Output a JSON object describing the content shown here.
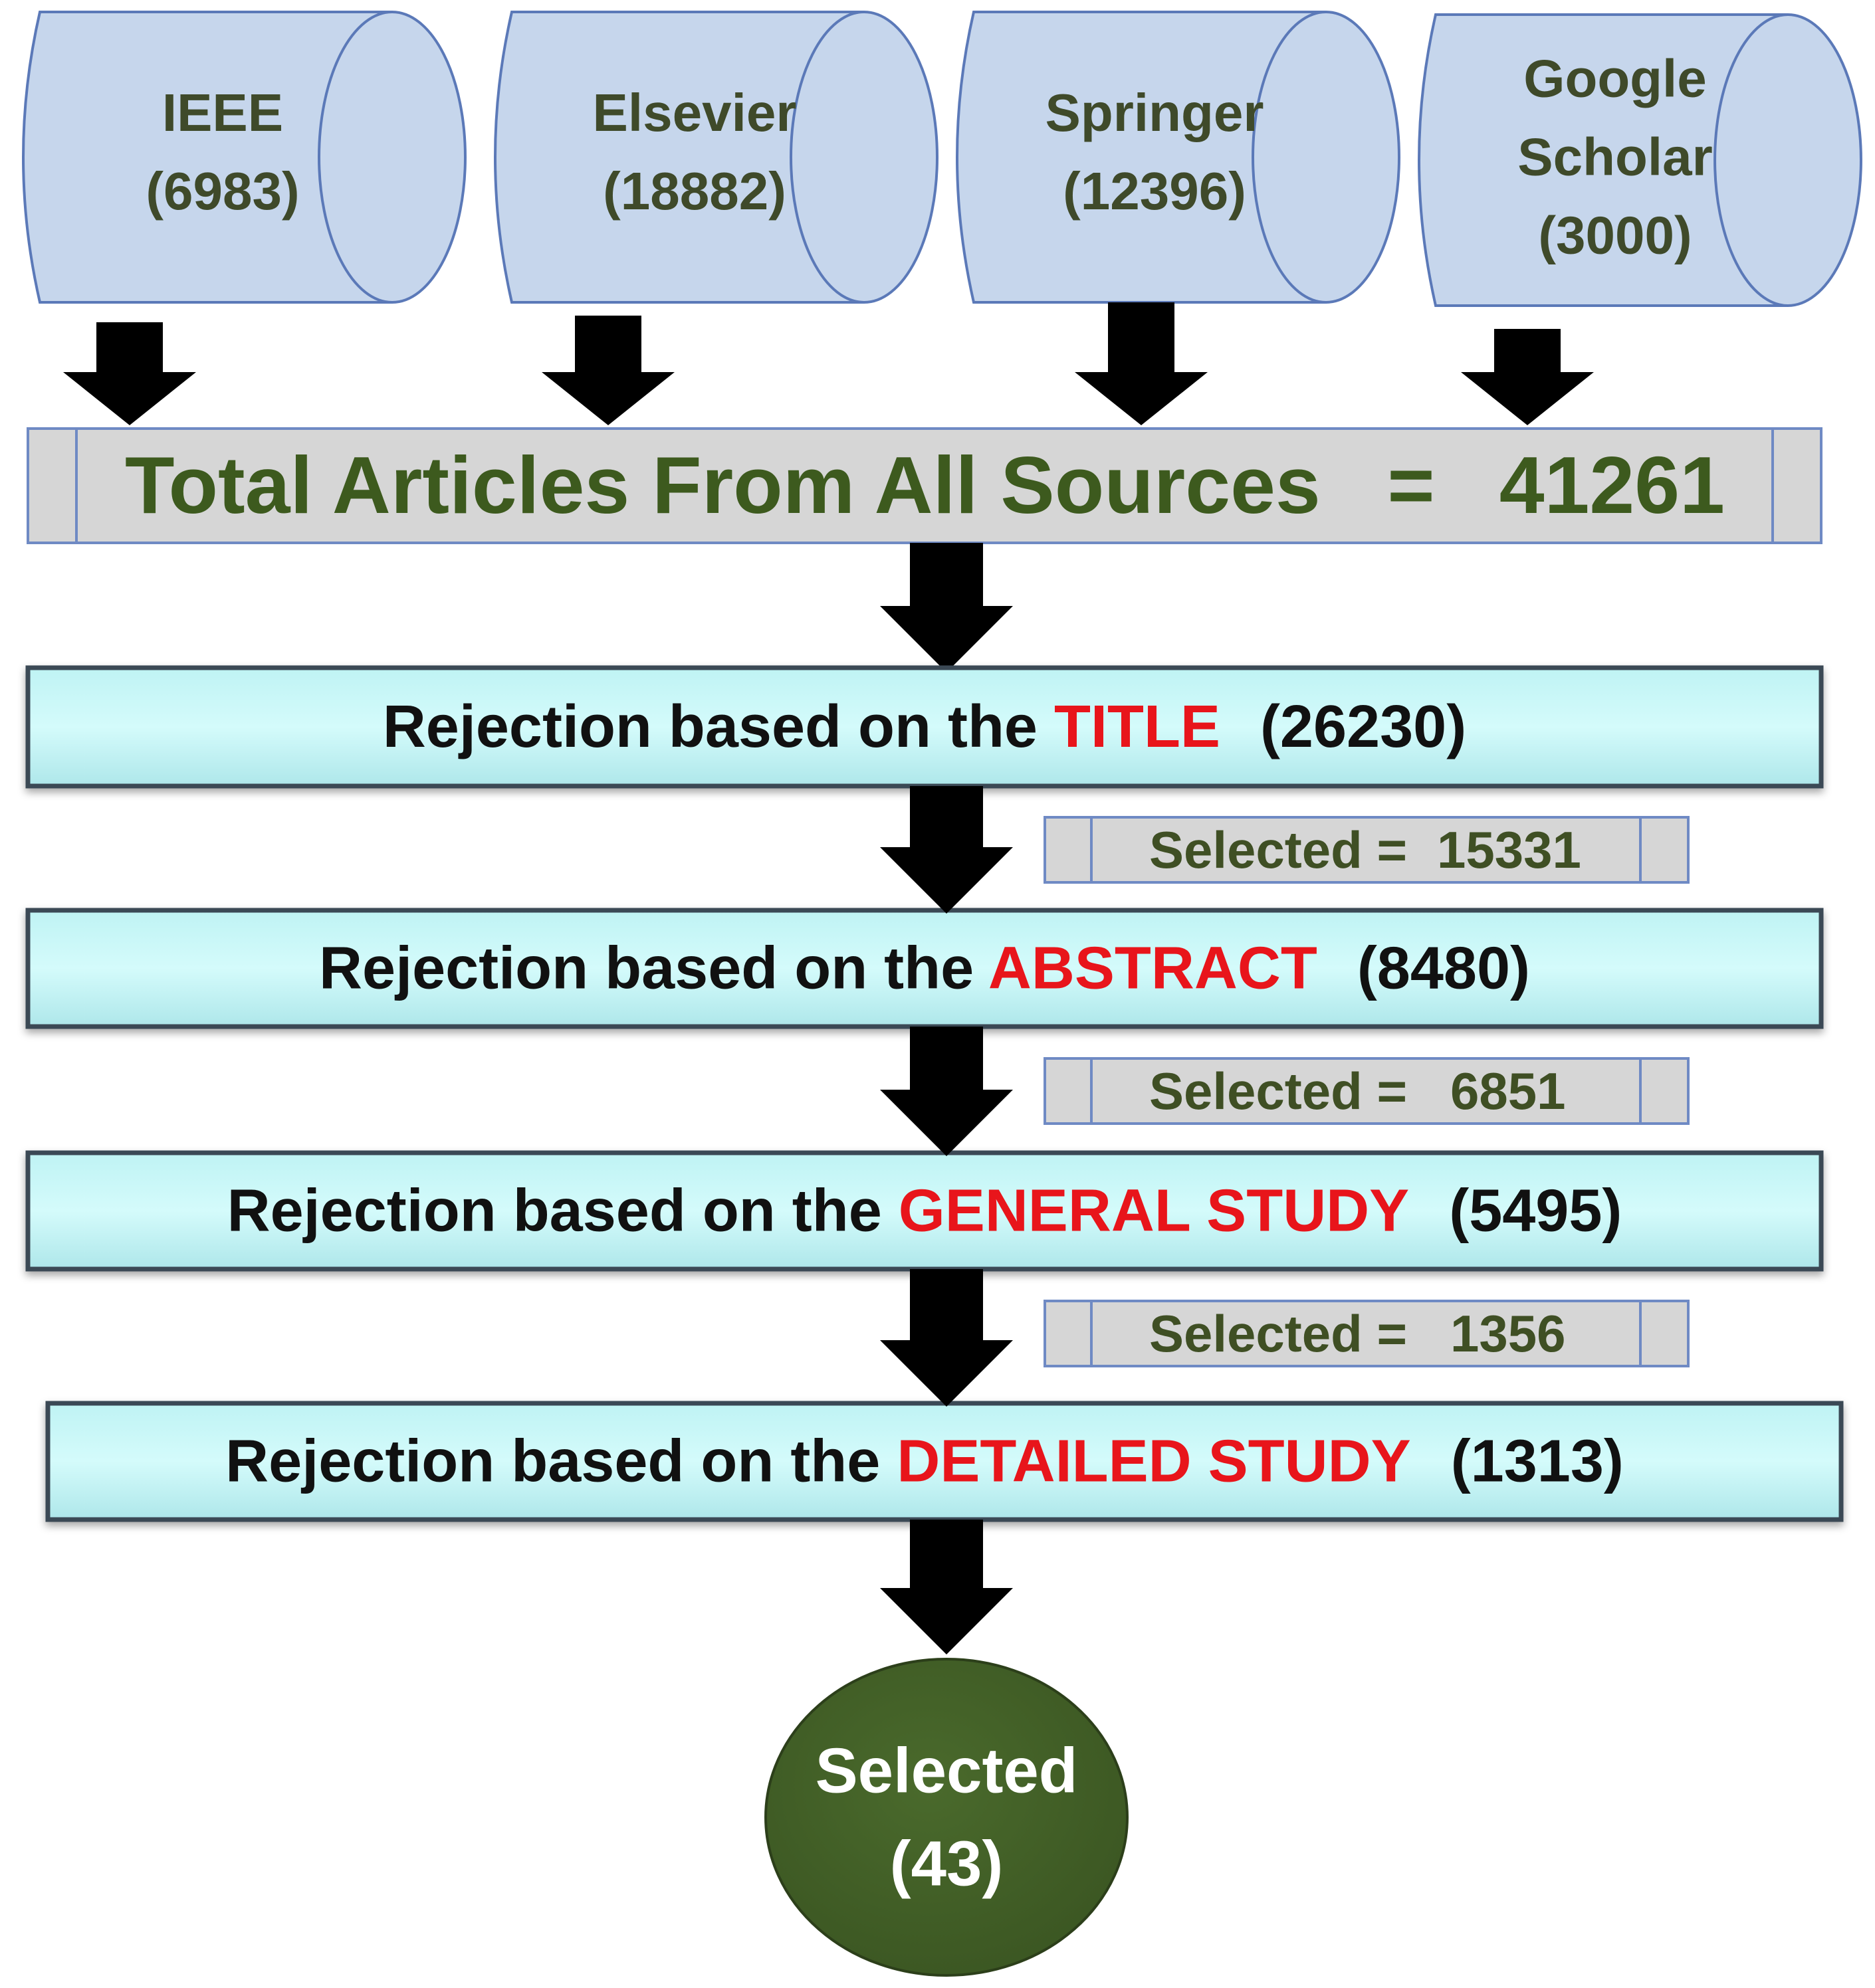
{
  "sources": [
    {
      "lines": [
        "IEEE",
        "(6983)"
      ]
    },
    {
      "lines": [
        "Elsevier",
        "(18882)"
      ]
    },
    {
      "lines": [
        "Springer",
        "(12396)"
      ]
    },
    {
      "lines": [
        "Google",
        "Scholar",
        "(3000)"
      ]
    }
  ],
  "total": {
    "label": "Total Articles From All Sources",
    "equals": "=",
    "value": "41261"
  },
  "stages": [
    {
      "prefix": "Rejection based on the ",
      "keyword": "TITLE",
      "count": "(26230)"
    },
    {
      "prefix": "Rejection based on the ",
      "keyword": "ABSTRACT",
      "count": "(8480)"
    },
    {
      "prefix": "Rejection based on the ",
      "keyword": "GENERAL STUDY",
      "count": "(5495)"
    },
    {
      "prefix": "Rejection based on the ",
      "keyword": "DETAILED STUDY",
      "count": "(1313)"
    }
  ],
  "selected_boxes": [
    {
      "label": "Selected =",
      "value": "15331"
    },
    {
      "label": "Selected =",
      "value": "6851"
    },
    {
      "label": "Selected =",
      "value": "1356"
    }
  ],
  "final": {
    "lines": [
      "Selected",
      "(43)"
    ]
  },
  "colors": {
    "source_fill": "#c6d6ec",
    "source_stroke": "#5b79b8",
    "source_text": "#3f4a2a",
    "total_fill": "#d6d6d6",
    "total_stroke": "#6f8ac4",
    "total_text": "#3d5a1e",
    "stage_fill": "#d4fbfb",
    "stage_stroke": "#3b4a55",
    "stage_text": "#111111",
    "keyword": "#e8151b",
    "selected_text": "#3f4f24",
    "final_fill": "#3b5622",
    "final_text": "#ffffff",
    "arrow": "#000000"
  }
}
